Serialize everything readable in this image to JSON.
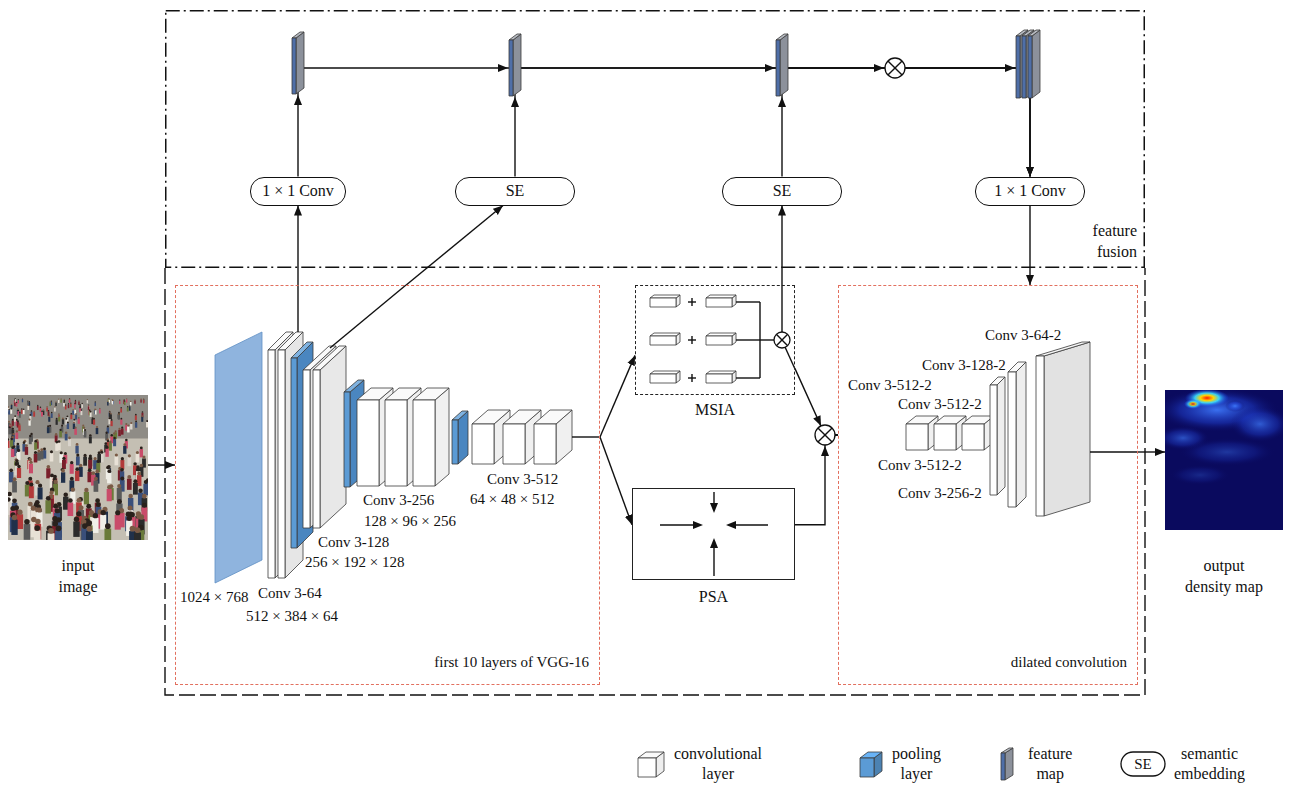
{
  "diagram": {
    "nodes": [
      {
        "text": [
          "feature fusion"
        ]
      },
      {
        "text": [
          "1 × 1 Conv"
        ],
        "in": 0
      },
      {
        "text": [
          "SE"
        ],
        "in": 0
      },
      {
        "text": [
          "SE"
        ],
        "in": 0
      },
      {
        "text": [
          "1 × 1 Conv"
        ],
        "in": 0
      },
      {
        "text": [
          "input image"
        ]
      },
      {
        "text": [
          "first 10 layers of VGG-16"
        ]
      },
      {
        "text": [
          "MSIA"
        ]
      },
      {
        "text": [
          "PSA"
        ]
      },
      {
        "text": [
          "dilated convolution"
        ]
      },
      {
        "text": [
          "output density map"
        ]
      }
    ],
    "edges": [
      {
        "from": 1,
        "to": 4,
        "arrow": "to"
      },
      {
        "from": 2,
        "to": 4,
        "arrow": "to"
      },
      {
        "from": 3,
        "to": 4,
        "arrow": "to"
      },
      {
        "from": 5,
        "to": 6,
        "arrow": "to"
      },
      {
        "from": 6,
        "to": 1,
        "arrow": "to"
      },
      {
        "from": 6,
        "to": 2,
        "arrow": "to"
      },
      {
        "from": 6,
        "to": 7,
        "arrow": "to"
      },
      {
        "from": 6,
        "to": 8,
        "arrow": "to"
      },
      {
        "from": 7,
        "to": 3,
        "arrow": "to"
      },
      {
        "from": 7,
        "to": 9,
        "arrow": "to"
      },
      {
        "from": 8,
        "to": 9,
        "arrow": "to"
      },
      {
        "from": 4,
        "to": 9,
        "arrow": "to"
      },
      {
        "from": 9,
        "to": 10,
        "arrow": "to"
      }
    ],
    "labels": [
      "1024 × 768",
      "Conv 3-64",
      "512 × 384 × 64",
      "Conv 3-128",
      "256 × 192 × 128",
      "Conv 3-256",
      "128 × 96 × 256",
      "Conv 3-512",
      "64 × 48 × 512",
      "Conv 3-64-2",
      "Conv 3-128-2",
      "Conv 3-512-2",
      "Conv 3-512-2",
      "Conv 3-512-2",
      "Conv 3-256-2",
      "SE"
    ],
    "legend": [
      {
        "text": "convolutional layer"
      },
      {
        "text": "pooling layer",
        "color": "#5b9bd5"
      },
      {
        "text": "feature map"
      },
      {
        "text": "semantic embedding"
      }
    ]
  }
}
